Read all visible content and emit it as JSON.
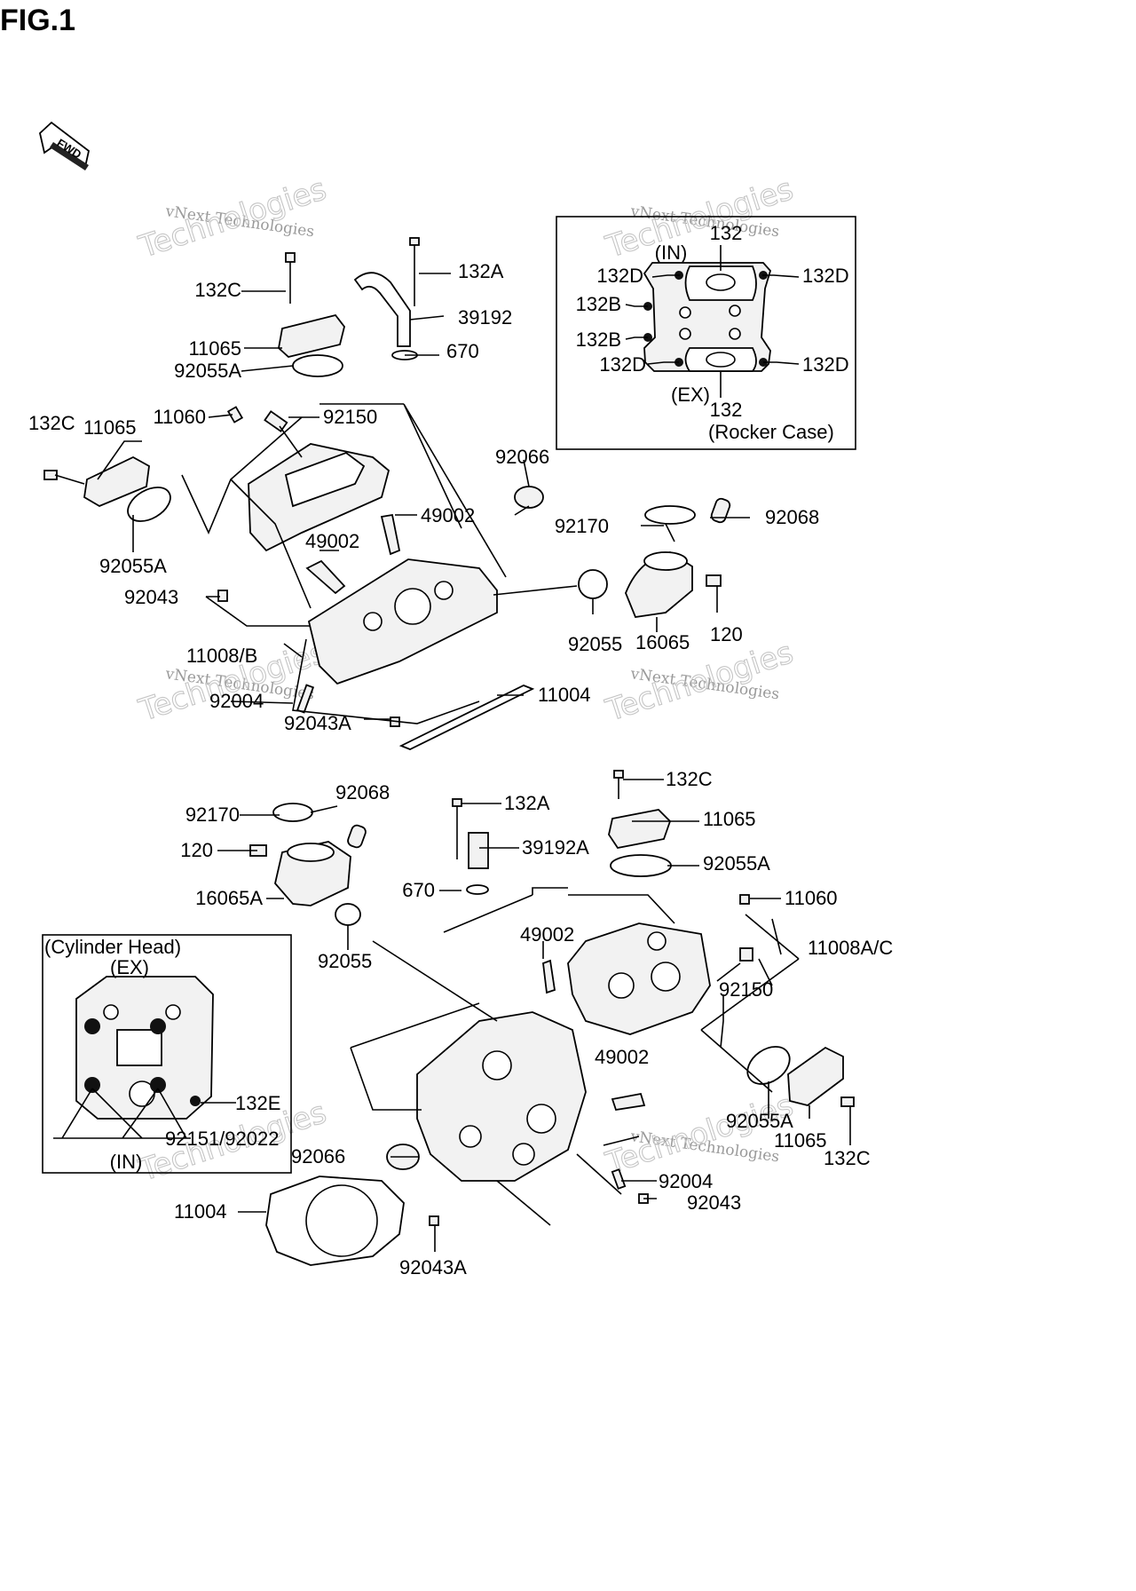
{
  "figure_title": "FIG.1",
  "direction_badge": "FWD",
  "watermark": {
    "line1": "vNext Technologies",
    "line2": "Technologies",
    "accent_color": "#9a9a9a"
  },
  "inset_rocker": {
    "top_tag": "(IN)",
    "bottom_tag": "(EX)",
    "caption": "(Rocker Case)",
    "labels": [
      "132",
      "132D",
      "132D",
      "132B",
      "132B",
      "132D",
      "132D",
      "132"
    ]
  },
  "inset_cylinder": {
    "title": "(Cylinder Head)",
    "top_tag": "(EX)",
    "bottom_tag": "(IN)",
    "labels": [
      "132E",
      "92151/92022"
    ]
  },
  "upper_labels": [
    "132A",
    "39192",
    "670",
    "132C",
    "11065",
    "92055A",
    "11060",
    "92150",
    "132C",
    "11065",
    "92066",
    "92055A",
    "49002",
    "92170",
    "92068",
    "49002",
    "92043",
    "92055",
    "16065",
    "120",
    "11008/B",
    "92004",
    "11004",
    "92043A"
  ],
  "lower_labels": [
    "132C",
    "92170",
    "92068",
    "132A",
    "11065",
    "92055A",
    "120",
    "39192A",
    "670",
    "16065A",
    "11060",
    "92055",
    "49002",
    "11008A/C",
    "92150",
    "49002",
    "92055A",
    "11065",
    "132C",
    "92066",
    "92004",
    "11004",
    "92043",
    "92043A"
  ]
}
